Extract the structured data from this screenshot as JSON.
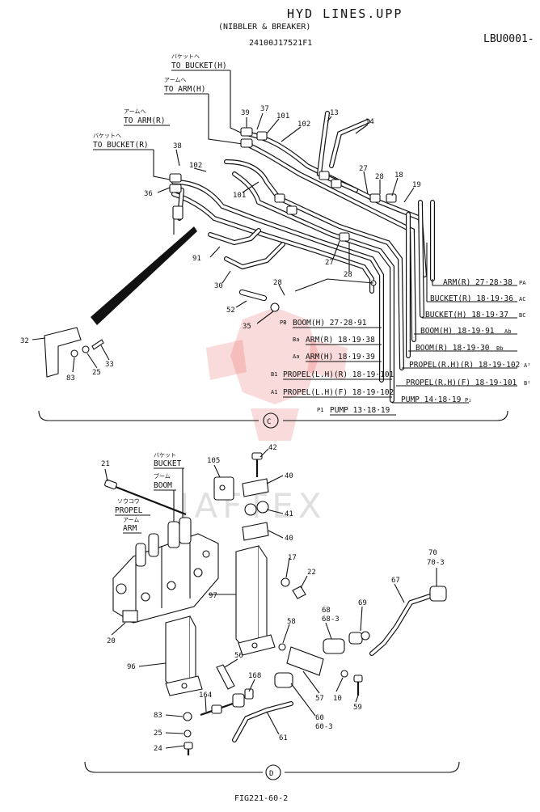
{
  "header": {
    "title": "HYD LINES.UPP",
    "subtitle": "(NIBBLER & BREAKER)",
    "part_number": "24100J17521F1",
    "code": "LBU0001-"
  },
  "watermark": "IAFTEX",
  "upper": {
    "destinations": [
      {
        "jp": "バケットへ",
        "label": "TO BUCKET(H)"
      },
      {
        "jp": "アームへ",
        "label": "TO ARM(H)"
      },
      {
        "jp": "アームへ",
        "label": "TO ARM(R)"
      },
      {
        "jp": "バケットへ",
        "label": "TO BUCKET(R)"
      }
    ],
    "port_labels": [
      {
        "text": "ARM(R) 27·28·38",
        "tag": "PA"
      },
      {
        "text": "BUCKET(R) 18·19·36",
        "tag": "AC"
      },
      {
        "text": "BUCKET(H) 18·19·37",
        "tag": "BC"
      },
      {
        "text": "BOOM(H) 18·19·91",
        "tag": "Ab"
      },
      {
        "text": "BOOM(R) 18·19·30",
        "tag": "Bb"
      },
      {
        "text": "PROPEL(R.H)(R) 18·19·102",
        "tag": "A²"
      },
      {
        "text": "PROPEL(R.H)(F) 18·19·101",
        "tag": "B²"
      },
      {
        "text": "PUMP 14·18·19",
        "tag": "P₂"
      }
    ],
    "left_labels": [
      {
        "tag": "PB",
        "text": "BOOM(H) 27·28·91"
      },
      {
        "tag": "Ba",
        "text": "ARM(R) 18·19·38"
      },
      {
        "tag": "Aa",
        "text": "ARM(H) 18·19·39"
      },
      {
        "tag": "B1",
        "text": "PROPEL(L.H)(R) 18·19·101"
      },
      {
        "tag": "A1",
        "text": "PROPEL(L.H)(F) 18·19·102"
      },
      {
        "tag": "P1",
        "text": "PUMP 13·18·19"
      }
    ],
    "part_numbers": [
      "39",
      "37",
      "101",
      "102",
      "13",
      "14",
      "38",
      "102",
      "36",
      "101",
      "27",
      "28",
      "18",
      "19",
      "91",
      "30",
      "27",
      "28",
      "28",
      "52",
      "35",
      "32",
      "83",
      "25",
      "33"
    ],
    "section_mark": "C"
  },
  "lower": {
    "valve_labels": [
      {
        "jp": "バケット",
        "label": "BUCKET"
      },
      {
        "jp": "ブーム",
        "label": "BOOM"
      },
      {
        "jp": "ソウコウ",
        "label": "PROPEL"
      },
      {
        "jp": "アーム",
        "label": "ARM"
      }
    ],
    "part_numbers": [
      "21",
      "105",
      "42",
      "40",
      "41",
      "40",
      "17",
      "22",
      "70",
      "70-3",
      "67",
      "97",
      "20",
      "58",
      "68",
      "68-3",
      "69",
      "96",
      "56",
      "168",
      "10",
      "59",
      "57",
      "164",
      "60",
      "60-3",
      "83",
      "25",
      "61",
      "24"
    ],
    "section_mark": "D"
  },
  "footer": {
    "figure": "FIG221-60-2"
  }
}
